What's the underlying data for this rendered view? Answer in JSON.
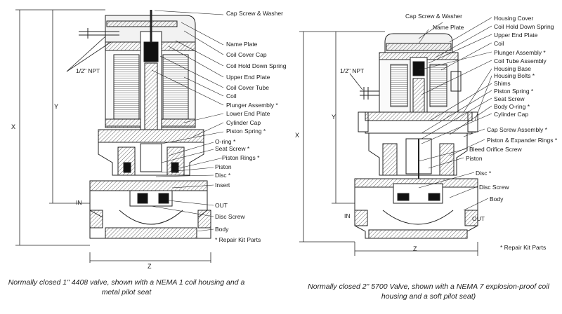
{
  "left_figure": {
    "labels": {
      "cap_screw_washer": "Cap Screw & Washer",
      "name_plate": "Name Plate",
      "coil_cover_cap": "Coil Cover Cap",
      "coil_hold_down_spring": "Coil Hold Down Spring",
      "upper_end_plate": "Upper End Plate",
      "coil_cover_tube": "Coil Cover Tube",
      "coil": "Coil",
      "plunger_assembly": "Plunger Assembly *",
      "lower_end_plate": "Lower End Plate",
      "cylinder_cap": "Cylinder Cap",
      "piston_spring": "Piston Spring *",
      "o_ring": "O-ring *",
      "seat_screw": "Seat Screw *",
      "piston_rings": "Piston Rings *",
      "piston": "Piston",
      "disc": "Disc *",
      "insert": "Insert",
      "out": "OUT",
      "disc_screw": "Disc Screw",
      "body": "Body",
      "repair_kit": "* Repair Kit Parts",
      "npt": "1/2\" NPT",
      "in": "IN",
      "dim_x": "X",
      "dim_y": "Y",
      "dim_z": "Z"
    },
    "caption": "Normally closed 1\" 4408 valve, shown with a NEMA 1 coil housing and a metal pilot seat"
  },
  "right_figure": {
    "labels": {
      "cap_screw_washer": "Cap Screw & Washer",
      "name_plate": "Name Plate",
      "housing_cover": "Housing Cover",
      "coil_hold_down_spring": "Coil Hold Down Spring",
      "upper_end_plate": "Upper End Plate",
      "coil": "Coil",
      "plunger_assembly": "Plunger Assembly *",
      "coil_tube_assembly": "Coil Tube Assembly",
      "housing_base": "Housing Base",
      "housing_bolts": "Housing Bolts *",
      "shims": "Shims",
      "piston_spring": "Piston Spring *",
      "seat_screw": "Seat Screw",
      "body_o_ring": "Body O-ring *",
      "cylinder_cap": "Cylinder Cap",
      "cap_screw_assembly": "Cap Screw Assembly *",
      "piston_expander_rings": "Piston & Expander Rings *",
      "bleed_orifice_screw": "Bleed Orifice Screw",
      "piston": "Piston",
      "disc": "Disc *",
      "disc_screw": "Disc Screw",
      "body": "Body",
      "out": "OUT",
      "in": "IN",
      "npt": "1/2\" NPT",
      "repair_kit": "* Repair Kit Parts",
      "dim_x": "X",
      "dim_y": "Y",
      "dim_z": "Z"
    },
    "caption": "Normally closed 2\" 5700 Valve, shown with a NEMA 7 explosion-proof coil housing and a soft pilot seat)"
  }
}
